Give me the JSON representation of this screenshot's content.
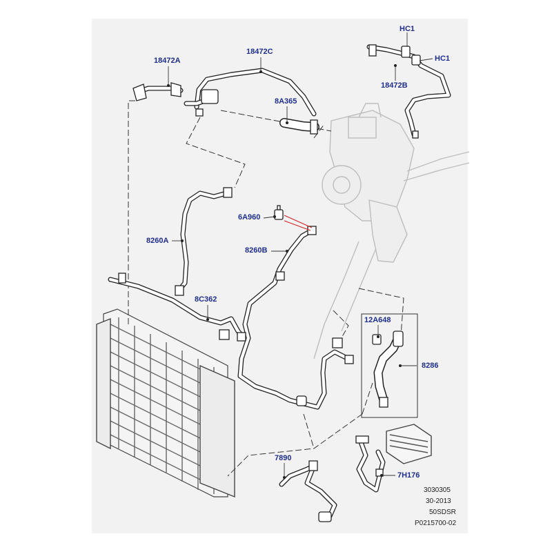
{
  "labels": {
    "l18472A": "18472A",
    "l18472C": "18472C",
    "lHC1a": "HC1",
    "lHC1b": "HC1",
    "l18472B": "18472B",
    "l8A365": "8A365",
    "l6A960": "6A960",
    "l8260A": "8260A",
    "l8260B": "8260B",
    "l8C362": "8C362",
    "l12A648": "12A648",
    "l8286": "8286",
    "l7890": "7890",
    "l7H176": "7H176"
  },
  "reference": {
    "line1": "3030305",
    "line2": "30-2013",
    "line3": "50SDSR",
    "line4": "P0215700-02"
  },
  "colors": {
    "label": "#1f2e8a",
    "panel": "#f2f2f2",
    "leader_6A960": "#d02020"
  }
}
